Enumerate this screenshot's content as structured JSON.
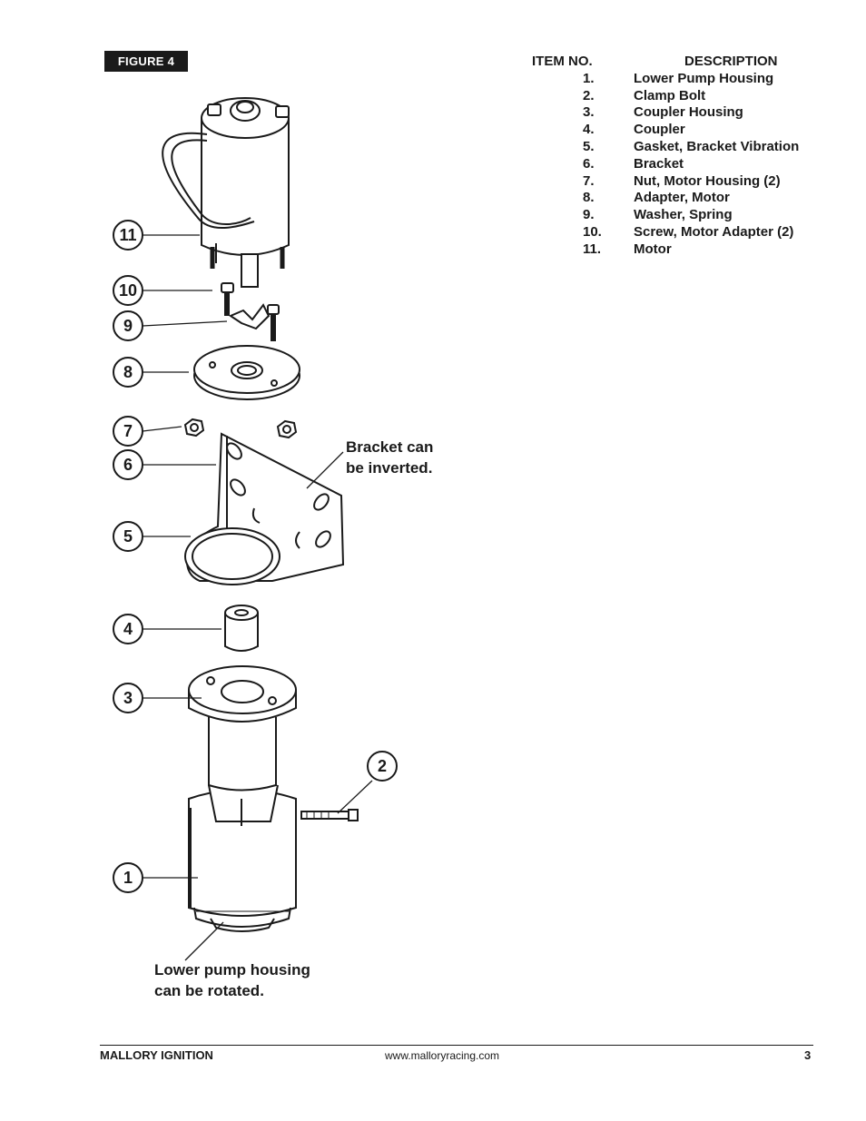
{
  "figure_label": "FIGURE 4",
  "parts_table": {
    "header_item": "ITEM NO.",
    "header_description": "DESCRIPTION",
    "rows": [
      {
        "num": "1.",
        "desc": "Lower Pump Housing"
      },
      {
        "num": "2.",
        "desc": "Clamp Bolt"
      },
      {
        "num": "3.",
        "desc": "Coupler Housing"
      },
      {
        "num": "4.",
        "desc": "Coupler"
      },
      {
        "num": "5.",
        "desc": "Gasket, Bracket Vibration"
      },
      {
        "num": "6.",
        "desc": "Bracket"
      },
      {
        "num": "7.",
        "desc": "Nut, Motor Housing (2)"
      },
      {
        "num": "8.",
        "desc": "Adapter, Motor"
      },
      {
        "num": "9.",
        "desc": "Washer, Spring"
      },
      {
        "num": "10.",
        "desc": "Screw, Motor Adapter (2)"
      },
      {
        "num": "11.",
        "desc": "Motor"
      }
    ]
  },
  "callouts": [
    "11",
    "10",
    "9",
    "8",
    "7",
    "6",
    "5",
    "4",
    "3",
    "2",
    "1"
  ],
  "notes": {
    "bracket": "Bracket can\nbe inverted.",
    "housing": "Lower pump housing\ncan be rotated."
  },
  "footer": {
    "left": "MALLORY IGNITION",
    "center": "www.malloryracing.com",
    "right": "3"
  }
}
